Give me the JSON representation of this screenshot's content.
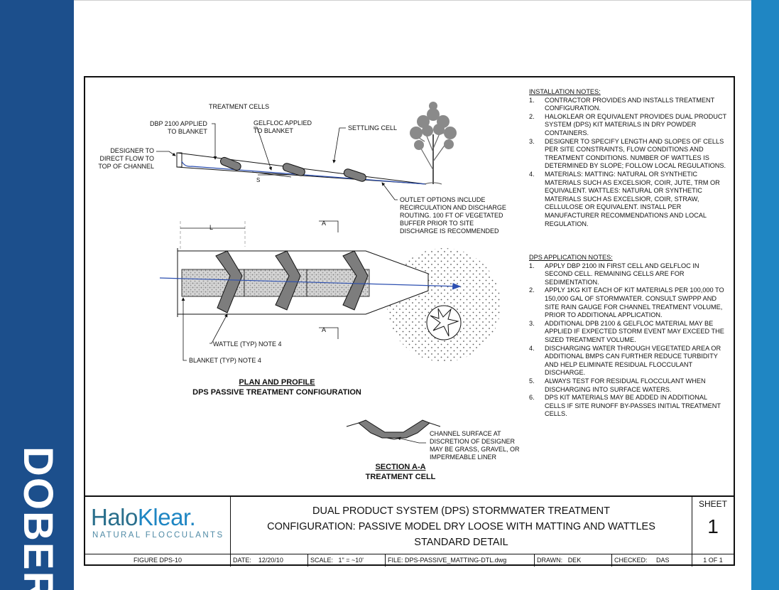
{
  "brand": {
    "text": "DOBER"
  },
  "install_notes": {
    "title": "INSTALLATION NOTES:",
    "items": [
      {
        "num": "1.",
        "text": "CONTRACTOR PROVIDES AND INSTALLS TREATMENT CONFIGURATION."
      },
      {
        "num": "2.",
        "text": "HALOKLEAR OR EQUIVALENT PROVIDES DUAL PRODUCT SYSTEM (DPS) KIT MATERIALS IN DRY POWDER CONTAINERS."
      },
      {
        "num": "3.",
        "text": "DESIGNER TO SPECIFY LENGTH AND SLOPES OF CELLS PER SITE CONSTRAINTS, FLOW CONDITIONS AND TREATMENT CONDITIONS. NUMBER OF WATTLES IS DETERMINED BY SLOPE; FOLLOW LOCAL REGULATIONS."
      },
      {
        "num": "4.",
        "text": "MATERIALS: MATTING: NATURAL OR SYNTHETIC MATERIALS SUCH AS EXCELSIOR, COIR, JUTE, TRM OR EQUIVALENT. WATTLES: NATURAL OR SYNTHETIC MATERIALS SUCH AS EXCELSIOR, COIR, STRAW, CELLULOSE OR EQUIVALENT. INSTALL PER MANUFACTURER RECOMMENDATIONS AND LOCAL REGULATION."
      }
    ]
  },
  "application_notes": {
    "title": "DPS APPLICATION NOTES:",
    "items": [
      {
        "num": "1.",
        "text": "APPLY DBP 2100 IN FIRST CELL AND GELFLOC IN SECOND CELL.  REMAINING CELLS ARE FOR SEDIMENTATION."
      },
      {
        "num": "2.",
        "text": "APPLY 1KG KIT EACH OF KIT MATERIALS PER 100,000 TO 150,000 GAL OF STORMWATER.  CONSULT SWPPP AND SITE RAIN GAUGE FOR CHANNEL TREATMENT VOLUME, PRIOR TO ADDITIONAL APPLICATION."
      },
      {
        "num": "3.",
        "text": "ADDITIONAL DPB 2100 & GELFLOC MATERIAL MAY BE APPLIED IF EXPECTED STORM EVENT MAY EXCEED THE SIZED TREATMENT VOLUME."
      },
      {
        "num": "4.",
        "text": "DISCHARGING WATER THROUGH VEGETATED AREA OR ADDITIONAL BMPS CAN FURTHER REDUCE TURBIDITY AND HELP ELIMINATE RESIDUAL FLOCCULANT DISCHARGE."
      },
      {
        "num": "5.",
        "text": "ALWAYS TEST FOR RESIDUAL FLOCCULANT WHEN DISCHARGING INTO SURFACE WATERS."
      },
      {
        "num": "6.",
        "text": "DPS KIT MATERIALS MAY BE ADDED IN ADDITIONAL CELLS IF SITE RUNOFF BY-PASSES INITIAL TREATMENT CELLS."
      }
    ]
  },
  "profile_labels": {
    "treatment_cells": "TREATMENT CELLS",
    "dbp_line1": "DBP 2100 APPLIED",
    "dbp_line2": "TO BLANKET",
    "gelfloc_line1": "GELFLOC APPLIED",
    "gelfloc_line2": "TO BLANKET",
    "settling_cell": "SETTLING CELL",
    "designer_line1": "DESIGNER TO",
    "designer_line2": "DIRECT FLOW TO",
    "designer_line3": "TOP OF CHANNEL",
    "slope": "S",
    "outlet_line1": "OUTLET OPTIONS INCLUDE",
    "outlet_line2": "RECIRCULATION AND DISCHARGE",
    "outlet_line3": "ROUTING. 100 FT OF VEGETATED",
    "outlet_line4": "BUFFER PRIOR TO SITE",
    "outlet_line5": "DISCHARGE IS RECOMMENDED"
  },
  "plan_labels": {
    "length": "L",
    "section_mark_top": "A",
    "section_mark_bottom": "A",
    "wattle": "WATTLE (TYP) NOTE 4",
    "blanket": "BLANKET (TYP) NOTE 4",
    "caption_line1": "PLAN AND PROFILE",
    "caption_line2": "DPS PASSIVE TREATMENT CONFIGURATION"
  },
  "section_labels": {
    "channel_line1": "CHANNEL SURFACE AT",
    "channel_line2": "DISCRETION OF DESIGNER",
    "channel_line3": "MAY BE GRASS, GRAVEL, OR",
    "channel_line4": "IMPERMEABLE LINER",
    "caption_line1": "SECTION A-A",
    "caption_line2": "TREATMENT CELL"
  },
  "title_block": {
    "logo_word1": "Halo",
    "logo_word2": "Klear",
    "logo_dot": ".",
    "logo_tagline": "NATURAL FLOCCULANTS",
    "title_line1": "DUAL PRODUCT SYSTEM (DPS) STORMWATER TREATMENT",
    "title_line2": "CONFIGURATION: PASSIVE MODEL DRY LOOSE WITH MATTING AND WATTLES",
    "title_line3": "STANDARD DETAIL",
    "sheet_label": "SHEET",
    "sheet_number": "1",
    "figure": "FIGURE DPS-10",
    "date_label": "DATE:",
    "date": "12/20/10",
    "scale_label": "SCALE:",
    "scale": "1\" = ~10'",
    "file_label": "FILE:",
    "file": "DPS-PASSIVE_MATTING-DTL.dwg",
    "drawn_label": "DRAWN:",
    "drawn": "DEK",
    "checked_label": "CHECKED:",
    "checked": "DAS",
    "page": "1 OF 1"
  },
  "colors": {
    "left_band": "#1c4f8c",
    "right_band": "#1f86c3",
    "flow_arrow": "#2c4fb0",
    "wattle_fill": "#7d7d7d",
    "logo_text": "#2a6f8c"
  }
}
